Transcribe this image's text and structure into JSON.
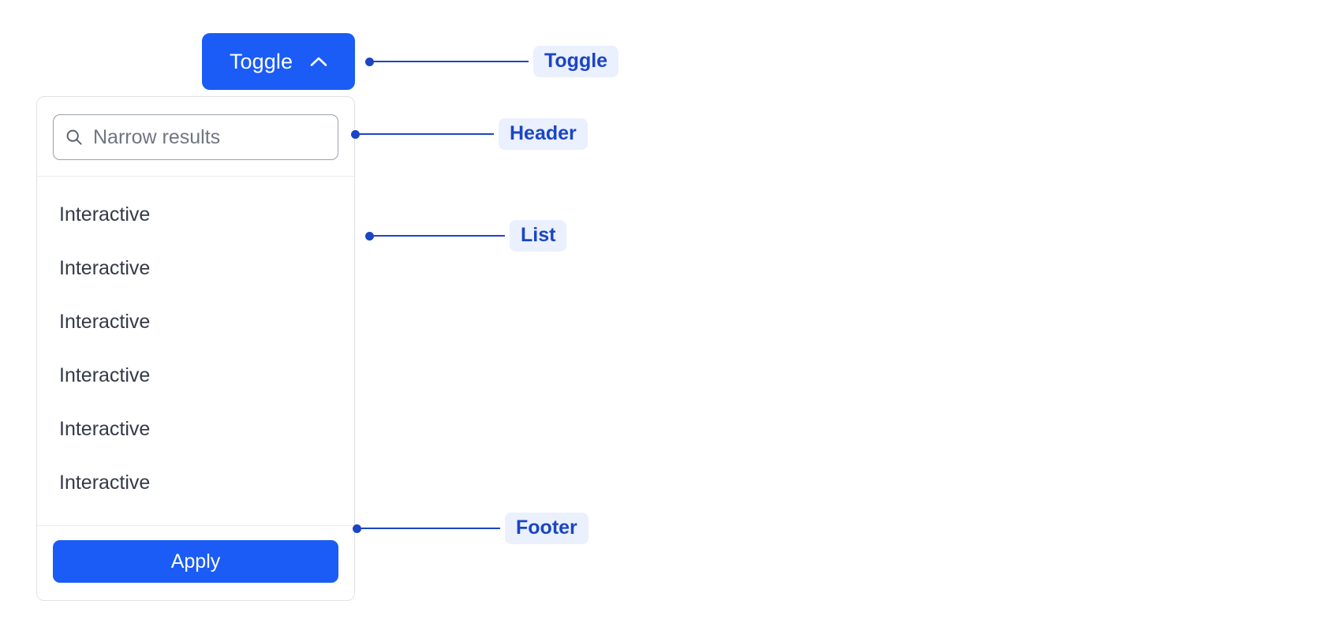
{
  "toggle": {
    "label": "Toggle",
    "icon": "chevron-up-icon"
  },
  "panel": {
    "header": {
      "search": {
        "icon": "search-icon",
        "placeholder": "Narrow results",
        "value": ""
      }
    },
    "list": {
      "items": [
        {
          "label": "Interactive"
        },
        {
          "label": "Interactive"
        },
        {
          "label": "Interactive"
        },
        {
          "label": "Interactive"
        },
        {
          "label": "Interactive"
        },
        {
          "label": "Interactive"
        }
      ]
    },
    "footer": {
      "apply_label": "Apply"
    }
  },
  "annotations": [
    {
      "label": "Toggle"
    },
    {
      "label": "Header"
    },
    {
      "label": "List"
    },
    {
      "label": "Footer"
    }
  ],
  "colors": {
    "accent": "#1a5cf5",
    "annotation_text": "#1b45c4",
    "annotation_chip_bg": "#eaf0fd",
    "panel_border": "#dfe2e6",
    "list_text": "#343a46",
    "placeholder_text": "#6f7681"
  }
}
